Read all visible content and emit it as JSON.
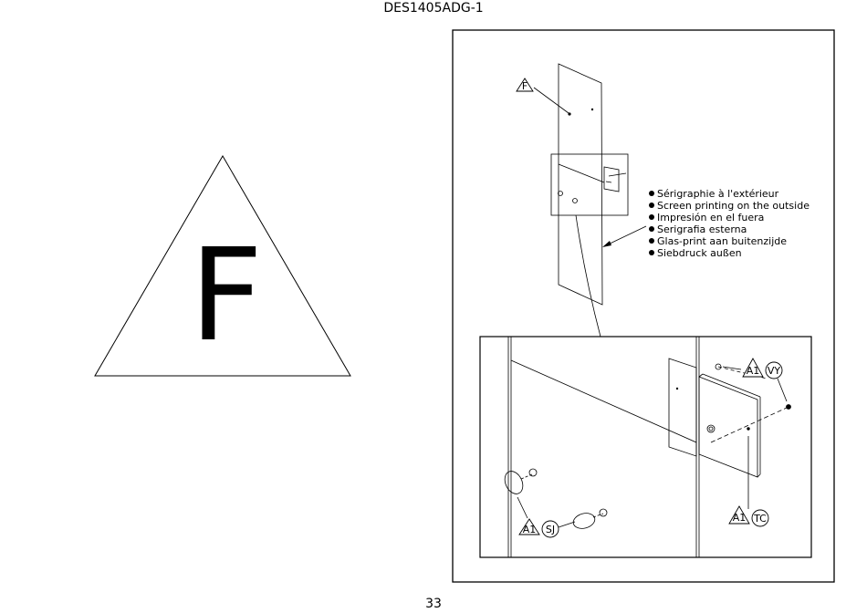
{
  "header": {
    "doc_code": "DES1405ADG-1"
  },
  "footer": {
    "page_number": "33"
  },
  "left_panel": {
    "symbol_letter": "F"
  },
  "diagram": {
    "part_marker": "F",
    "instructions": [
      "Sérigraphie à l'extérieur",
      "Screen printing on the outside",
      "Impresión en el fuera",
      "Serigrafia esterna",
      "Glas-print aan buitenzijde",
      "Siebdruck außen"
    ],
    "callouts": {
      "a1_vy": {
        "tri": "A1",
        "circle": "VY"
      },
      "a1_sj": {
        "tri": "A1",
        "circle": "SJ"
      },
      "a1_tc": {
        "tri": "A1",
        "circle": "TC"
      }
    }
  }
}
